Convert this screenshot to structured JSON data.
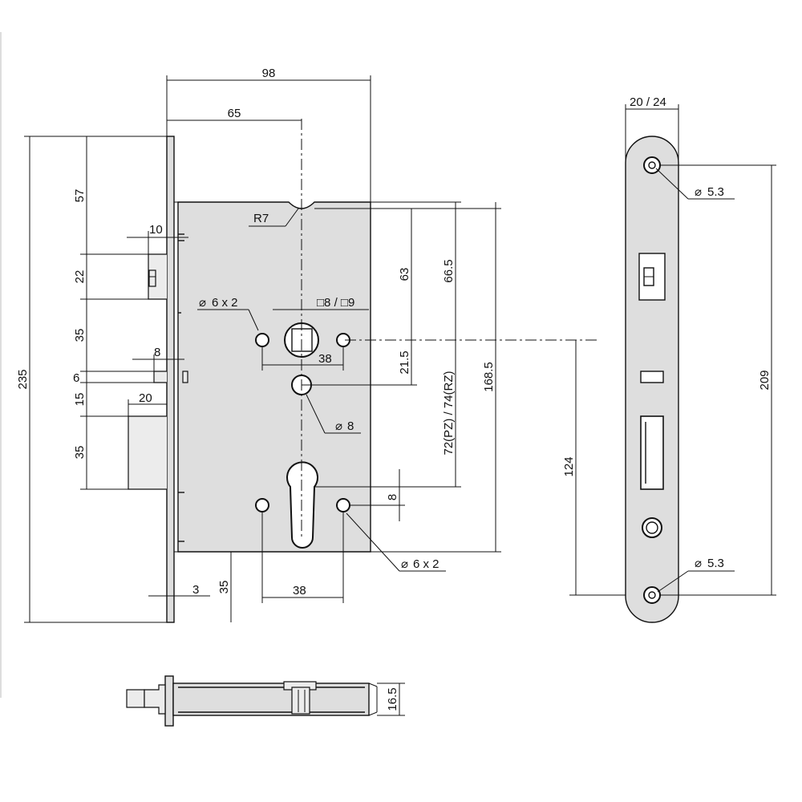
{
  "drawing": {
    "dimensions": {
      "overall_depth": "98",
      "backset": "65",
      "plate_height": "235",
      "top_to_follower": "57",
      "latch_height": "22",
      "latch_to_aux": "35",
      "aux_gap": "6",
      "aux_to_bolt": "15",
      "bolt_height": "35",
      "bolt_bottom_offset": "35",
      "latch_projection": "10",
      "aux_projection": "8",
      "bolt_projection": "20",
      "plate_thickness": "3",
      "radius": "R7",
      "follower_to_top": "63",
      "follower_to_top_b": "66.5",
      "follower_spacing": "21.5",
      "case_height": "168.5",
      "distance": "72(PZ) / 74(RZ)",
      "follower_hole_spacing": "38",
      "cylinder_hole_spacing": "38",
      "follower_hole_dia": "6 x 2",
      "cylinder_hole_dia": "6 x 2",
      "square_spindle": "□8 / □9",
      "pin_dia": "8",
      "cylinder_offset": "8",
      "fixing_spacing": "124",
      "faceplate_width": "20 / 24",
      "fixing_hole_dia_top": "5.3",
      "fixing_hole_dia_bottom": "5.3",
      "faceplate_length": "209",
      "case_thickness": "16.5"
    },
    "symbols": {
      "diameter": "⌀"
    }
  }
}
